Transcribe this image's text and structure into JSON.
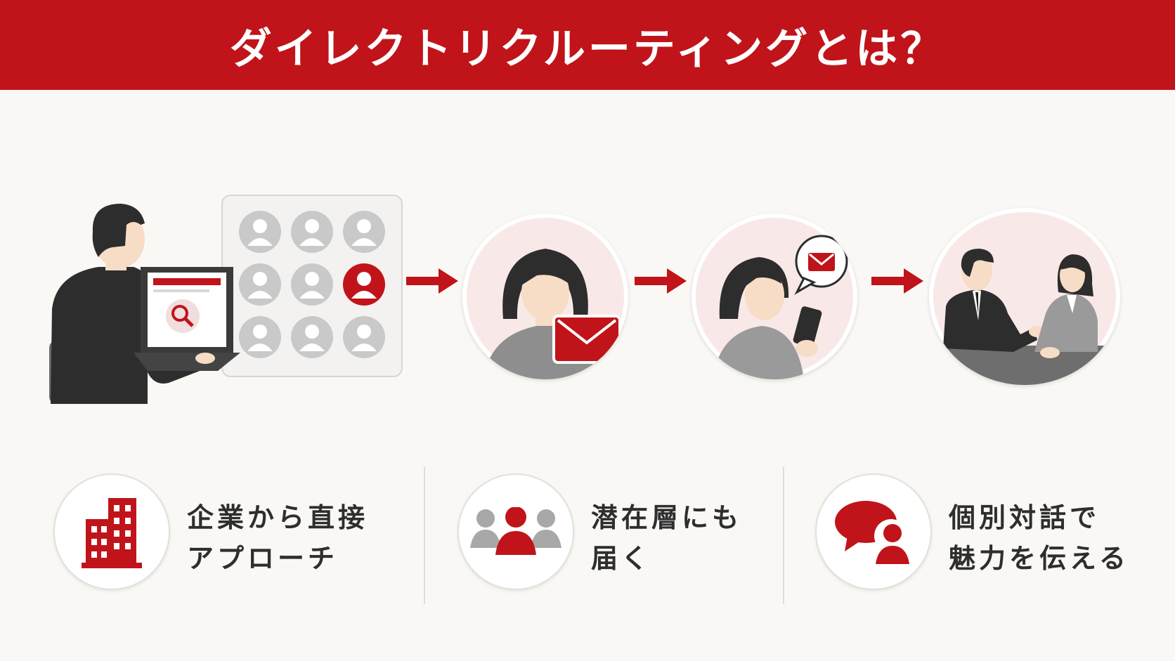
{
  "header": {
    "title": "ダイレクトリクルーティングとは？"
  },
  "colors": {
    "brand_red": "#c0141a",
    "gray": "#9a9a9a",
    "dark": "#2e2e2e",
    "background": "#faf8f4"
  },
  "flow": {
    "steps": [
      {
        "id": "search",
        "icon": "recruiter-searching-candidates"
      },
      {
        "id": "message",
        "icon": "candidate-receives-mail"
      },
      {
        "id": "read",
        "icon": "candidate-reads-message-on-phone"
      },
      {
        "id": "meeting",
        "icon": "interview-meeting"
      }
    ]
  },
  "features": [
    {
      "icon": "building-icon",
      "line1": "企業から直接",
      "line2": "アプローチ"
    },
    {
      "icon": "group-icon",
      "line1": "潜在層にも",
      "line2": "届く"
    },
    {
      "icon": "chat-person-icon",
      "line1": "個別対話で",
      "line2": "魅力を伝える"
    }
  ]
}
